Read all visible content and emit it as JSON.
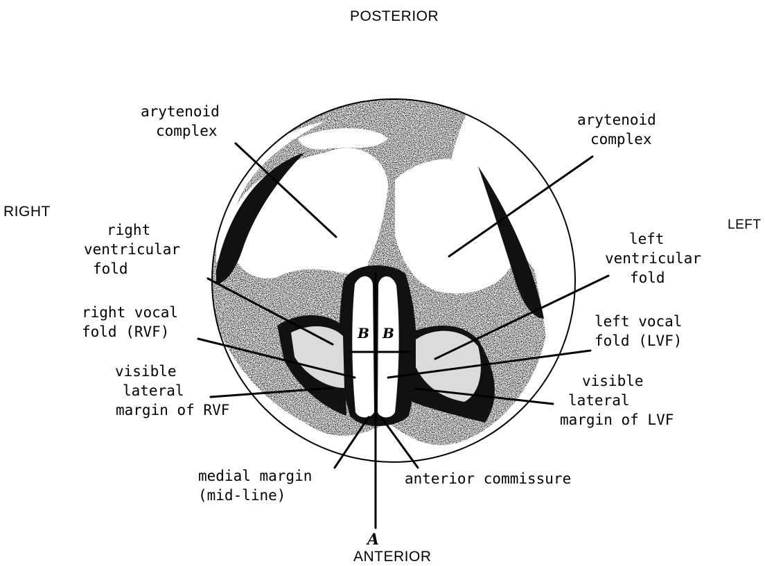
{
  "orientation": {
    "posterior": "POSTERIOR",
    "anterior": "ANTERIOR",
    "right": "RIGHT",
    "left": "LEFT"
  },
  "labels": {
    "arytenoid_right": [
      "arytenoid",
      "complex"
    ],
    "arytenoid_left": [
      "arytenoid",
      "complex"
    ],
    "right_ventricular_fold": [
      "right",
      "ventricular",
      "fold"
    ],
    "left_ventricular_fold": [
      "left",
      "ventricular",
      "fold"
    ],
    "right_vocal_fold": [
      "right vocal",
      "fold (RVF)"
    ],
    "left_vocal_fold": [
      "left vocal",
      "fold (LVF)"
    ],
    "visible_lateral_margin_rvf": [
      "visible",
      "lateral",
      "margin of RVF"
    ],
    "visible_lateral_margin_lvf": [
      "visible",
      "lateral",
      "margin of LVF"
    ],
    "medial_margin": [
      "medial margin",
      "(mid-line)"
    ],
    "anterior_commissure": "anterior commissure"
  },
  "marks": {
    "b_left": "B",
    "b_right": "B",
    "a": "A"
  }
}
